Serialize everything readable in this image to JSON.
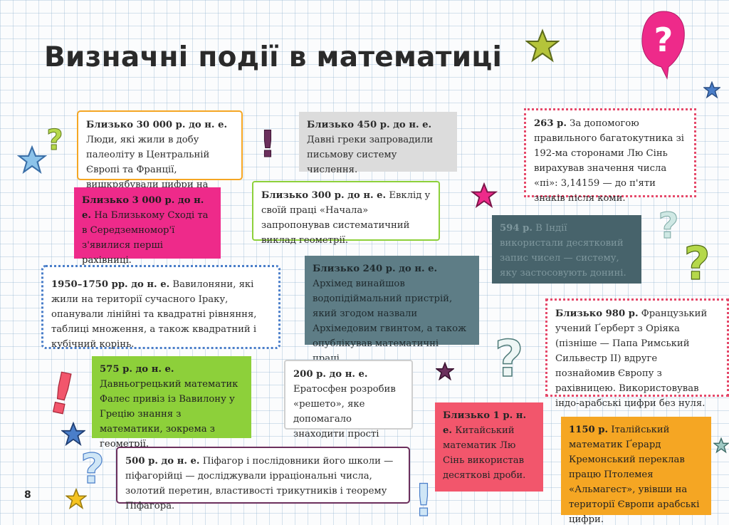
{
  "page": {
    "title": "Визначні події в математиці",
    "page_number": "8"
  },
  "events": [
    {
      "date": "Близько 30 000 р. до н. е.",
      "text": "Люди, які жили в добу палеоліту в Центральній Європі та Франції, вишкрябували цифри на кістках."
    },
    {
      "date": "Близько 450 р. до н. е.",
      "text": "Давні греки запровадили письмову систему числення."
    },
    {
      "date": "263 р.",
      "text": "За допомогою правильного багатокутника зі 192-ма сторонами Лю Сінь вирахував значення числа «пі»: 3,14159 — до п'яти знаків після коми."
    },
    {
      "date": "Близько 3 000 р. до н. е.",
      "text": "На Близькому Сході та в Середземномор'ї з'явилися перші рахівниці."
    },
    {
      "date": "Близько 300 р. до н. е.",
      "text": "Евклід у своїй праці «Начала» запропонував систематичний виклад геометрії."
    },
    {
      "date": "594 р.",
      "text": "В Індії використали десятковий запис чисел — систему, яку застосовують донині."
    },
    {
      "date": "1950–1750 рр. до н. е.",
      "text": "Вавилоняни, які жили на території сучасного Іраку, опанували лінійні та квадратні рівняння, таблиці множення, а також квадратний і кубічний корінь."
    },
    {
      "date": "Близько 240 р. до н. е.",
      "text": "Архімед винайшов водопідіймальний пристрій, який згодом назвали Архімедовим гвинтом, а також опублікував математичні праці."
    },
    {
      "date": "Близько 980 р.",
      "text": "Французький учений Ґерберт з Оріяка (пізніше — Папа Римський Сильвестр II) вдруге познайомив Європу з рахівницею. Використовував індо-арабські цифри без нуля."
    },
    {
      "date": "575 р. до н. е.",
      "text": "Давньогрецький математик Фалес привіз із Вавилону у Грецію знання з математики, зокрема з геометрії."
    },
    {
      "date": "200 р. до н. е.",
      "text": "Ератосфен розробив «решето», яке допомагало знаходити прості числа."
    },
    {
      "date": "Близько 1 р. н. е.",
      "text": "Китайський математик Лю Сінь використав десяткові дроби."
    },
    {
      "date": "1150 р.",
      "text": "Італійський математик Ґерард Кремонський переклав працю Птолемея «Альмагест», увівши на території Європи арабські цифри."
    },
    {
      "date": "500 р. до н. е.",
      "text": "Піфагор і послідовники його школи — піфагорійці — досліджували ірраціональні числа, золотий перетин, властивості трикутників і теорему Піфагора."
    }
  ],
  "decorations": {
    "question_bubble_glyph": "?",
    "question_mark_glyph": "?",
    "exclamation_glyph": "!",
    "icons": [
      "question-bubble-icon",
      "star-icon",
      "question-mark-icon",
      "exclamation-icon"
    ]
  }
}
